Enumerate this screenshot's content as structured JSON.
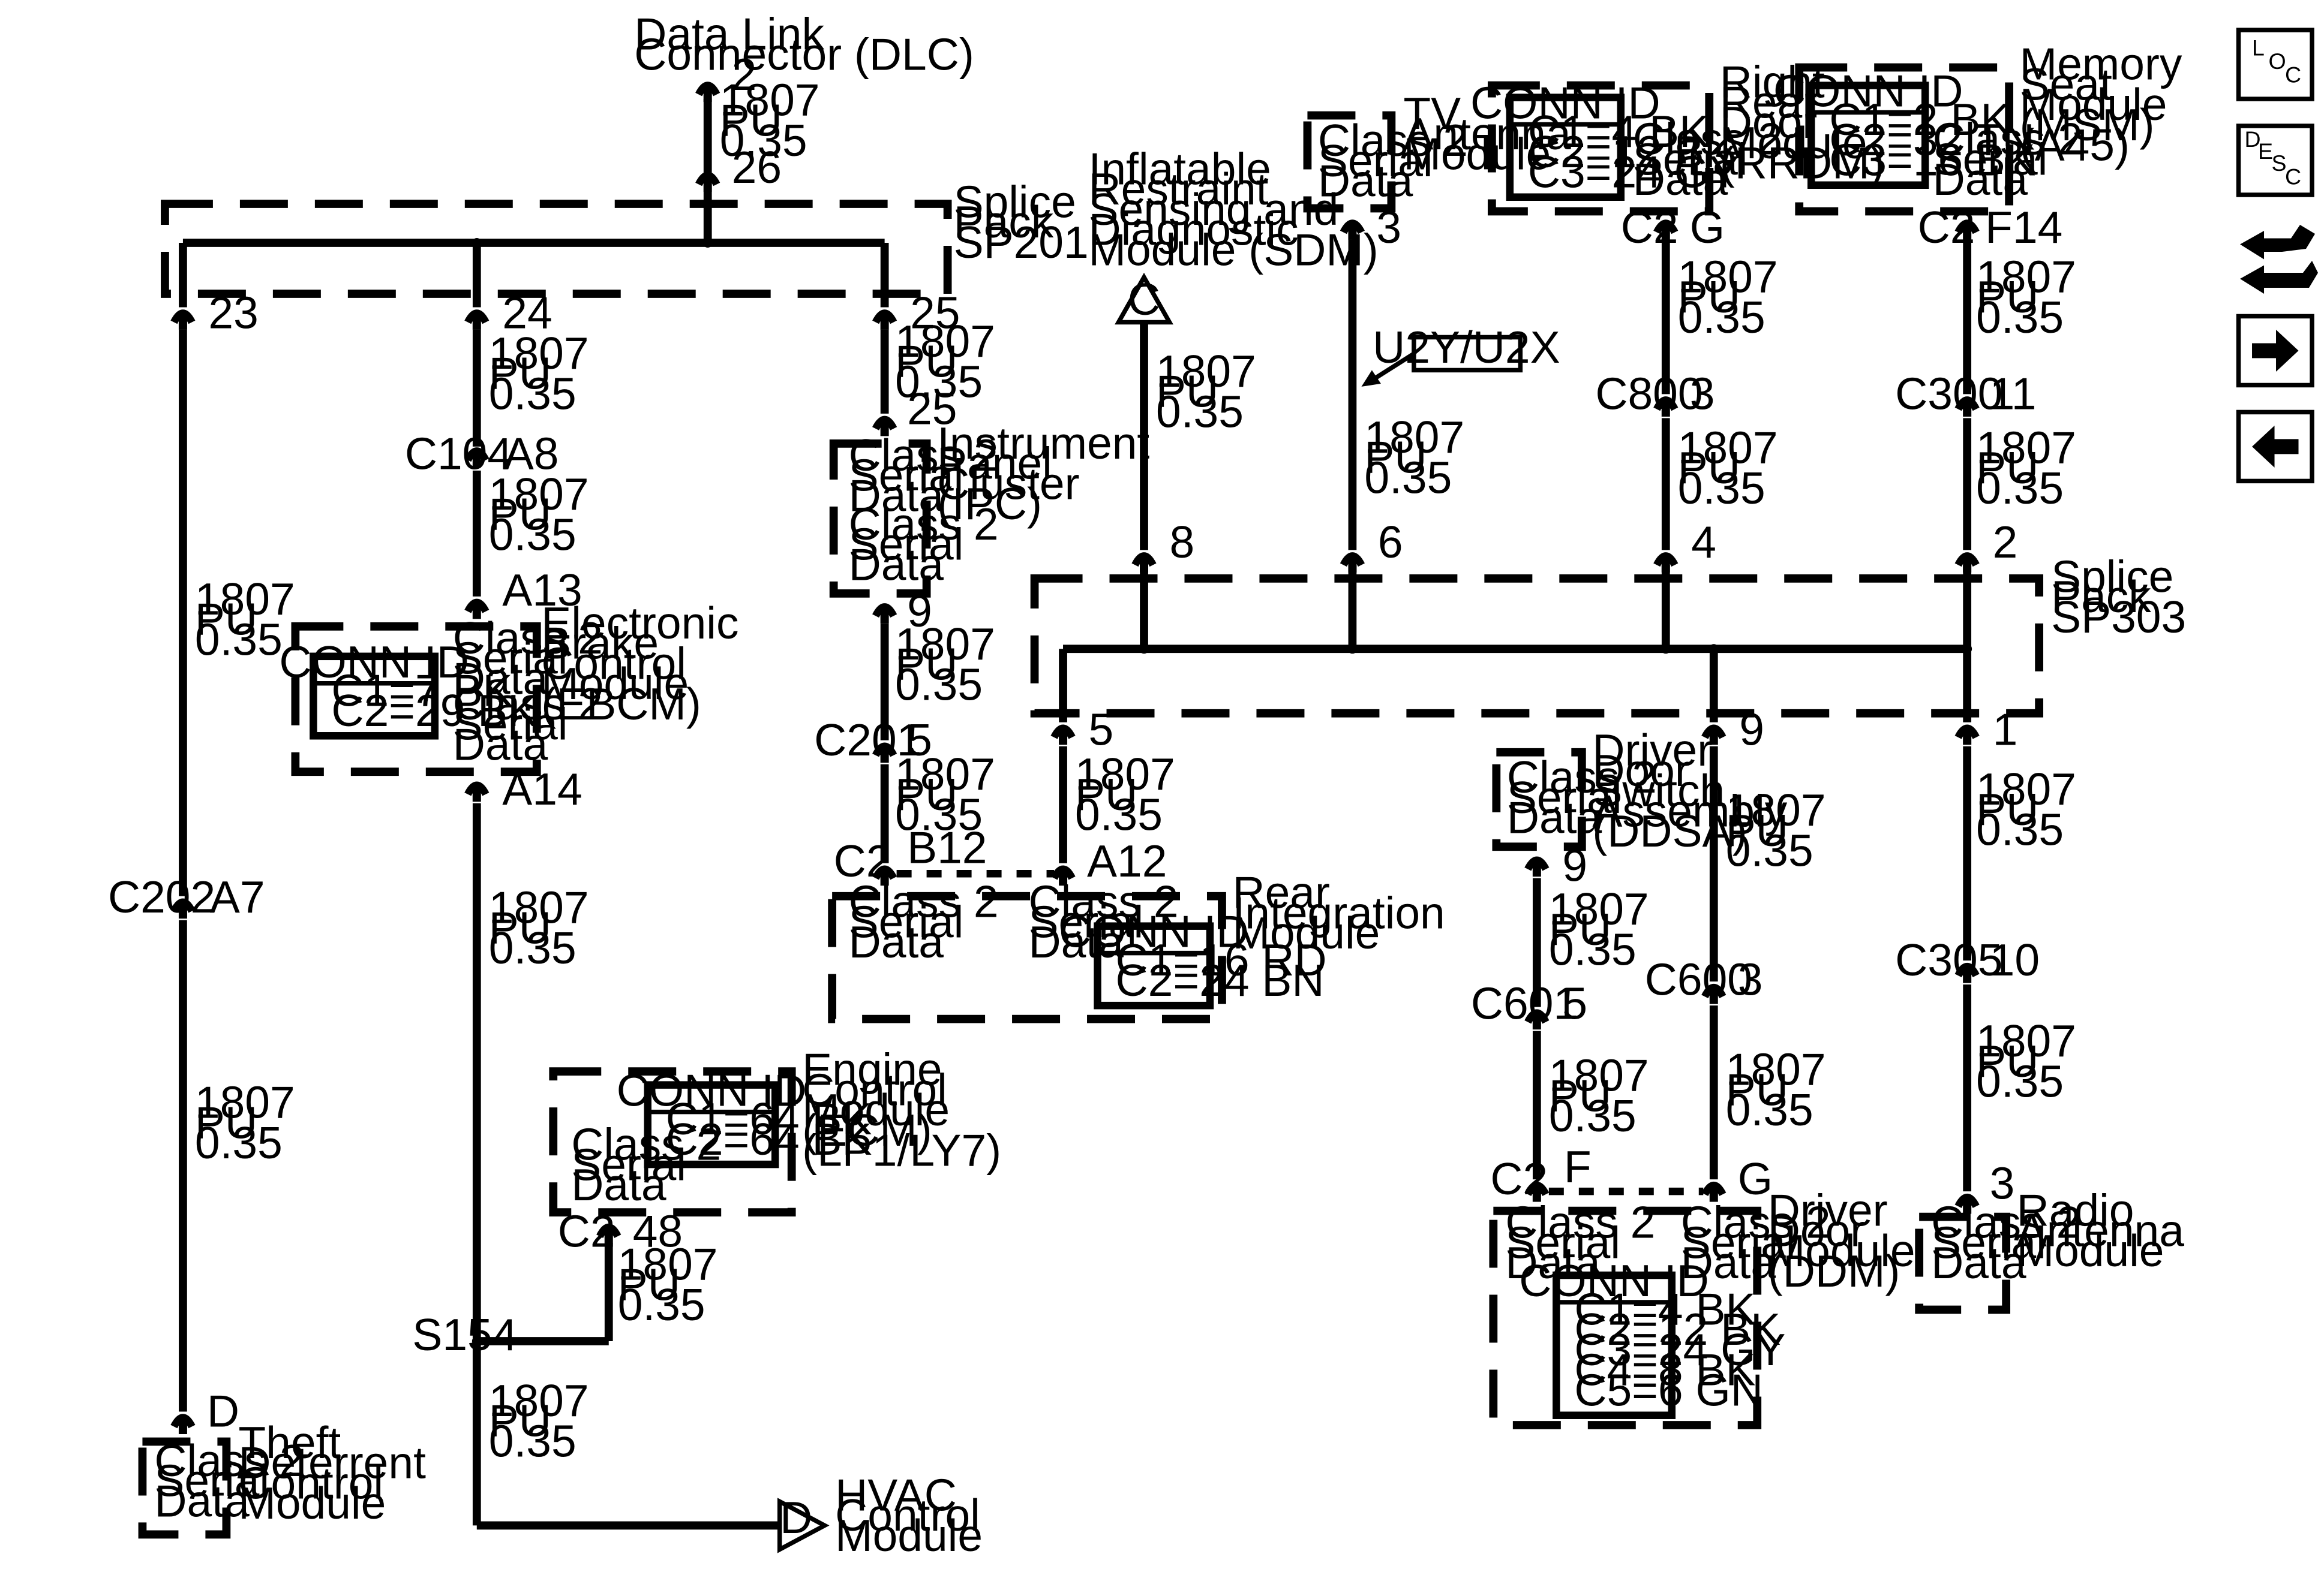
{
  "wire": {
    "circuit": "1807",
    "color": "PU",
    "gauge": "0.35"
  },
  "conn_id": "CONN ID",
  "class2": [
    "Class 2",
    "Serial",
    "Data"
  ],
  "dlc": {
    "label": [
      "Data Link",
      "Connector (DLC)"
    ],
    "top_pin": "2",
    "bottom_pin": "26"
  },
  "sp201": {
    "label": [
      "Splice",
      "Pack",
      "SP201"
    ],
    "pins": [
      "23",
      "24",
      "25"
    ]
  },
  "sp303": {
    "label": [
      "Splice",
      "Pack",
      "SP303"
    ],
    "pins": [
      "8",
      "6",
      "4",
      "2",
      "5",
      "9",
      "1"
    ]
  },
  "sdm": {
    "label": [
      "Inflatable",
      "Restraint",
      "Sensing and",
      "Diagnostic",
      "Module (SDM)"
    ],
    "symbol": "C"
  },
  "tv": {
    "label": [
      "TV",
      "Antenna",
      "Module"
    ],
    "pin": "3"
  },
  "u2y": "U2Y/U2X",
  "rrdm": {
    "label": [
      "Right",
      "Rear",
      "Door",
      "Module",
      "(RRDM)"
    ],
    "conn": [
      "C1=4 BK",
      "C2=12 BK",
      "C3=24 GY"
    ],
    "c": "C2",
    "pin": "G",
    "inline": "C800",
    "inline_pin": "3"
  },
  "msm": {
    "label": [
      "Memory",
      "Seat",
      "Module",
      "(MSM)",
      "(A45)"
    ],
    "conn": [
      "C1=2 BK",
      "C2=32 TN",
      "C3=16 BK"
    ],
    "c": "C2",
    "pin": "F14",
    "inline": "C300",
    "inline_pin": "11"
  },
  "ipc": {
    "label": [
      "Instrument",
      "Panel",
      "Cluster",
      "(IPC)"
    ],
    "top_pin": "25",
    "bottom_pin": "9"
  },
  "c201": {
    "name": "C201",
    "pin": "5"
  },
  "c104": {
    "name": "C104",
    "pin": "A8"
  },
  "ebcm": {
    "label": [
      "Electronic",
      "Brake",
      "Control",
      "Module",
      "(EBCM)"
    ],
    "conn": [
      "C1=7 BK",
      "C2=29 BK"
    ],
    "top_pin": "A13",
    "bottom_pin": "A14"
  },
  "rim": {
    "label": [
      "Rear",
      "Integration",
      "Module"
    ],
    "conn": [
      "C1=16 RD",
      "C2=24 BN"
    ],
    "c": "C2",
    "pin_left": "B12",
    "pin_right": "A12"
  },
  "ecm": {
    "label": [
      "Engine",
      "Control",
      "Module",
      "(ECM)",
      "(LP1/LY7)"
    ],
    "conn": [
      "C1=64 BK",
      "C2=64 BK"
    ],
    "c": "C2",
    "pin": "48"
  },
  "s154": "S154",
  "c202": {
    "name": "C202",
    "pin": "A7"
  },
  "theft": {
    "label": [
      "Theft",
      "Deterrent",
      "Control",
      "Module"
    ],
    "pin": "D"
  },
  "hvac": {
    "label": [
      "HVAC",
      "Control",
      "Module"
    ],
    "symbol": "D"
  },
  "ddsa": {
    "label": [
      "Driver",
      "Door",
      "Switch",
      "Assembly",
      "(DDSA)"
    ],
    "pin": "9"
  },
  "c601": {
    "name": "C601",
    "pin": "5"
  },
  "c600": {
    "name": "C600",
    "pin": "3"
  },
  "ddm": {
    "label": [
      "Driver",
      "Door",
      "Module",
      "(DDM)"
    ],
    "conn": [
      "C1=4 BK",
      "C2=12 BK",
      "C3=24 GY",
      "C4=8 BK",
      "C5=6 GN"
    ],
    "c": "C2",
    "pin_left": "F",
    "pin_right": "G"
  },
  "c305": {
    "name": "C305",
    "pin": "10"
  },
  "radio": {
    "label": [
      "Radio",
      "Antenna",
      "Module"
    ],
    "pin": "3"
  },
  "nav": {
    "loc": [
      "L",
      "O",
      "C"
    ],
    "desc": [
      "D",
      "E",
      "S",
      "C"
    ],
    "buttons": [
      "loc-button",
      "desc-button",
      "tools-button",
      "next-arrow",
      "prev-arrow"
    ]
  }
}
